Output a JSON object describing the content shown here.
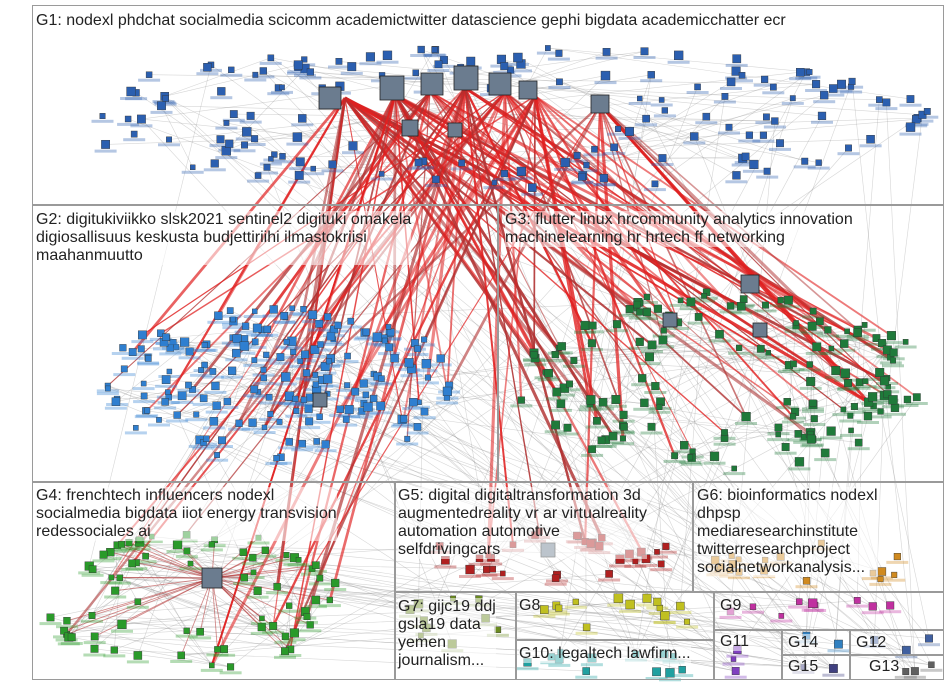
{
  "groups": [
    {
      "id": "G1",
      "label": "G1: nodexl phdchat socialmedia scicomm academictwitter datascience gephi bigdata academicchatter ecr",
      "color": "#2b5fb0"
    },
    {
      "id": "G2",
      "label": "G2: digitukiviikko slsk2021 sentinel2 digituki omakela\ndigiosallisuus keskusta budjettiriihi ilmastokriisi\nmaahanmuutto",
      "color": "#2f7fd0"
    },
    {
      "id": "G3",
      "label": "G3: flutter linux hrcommunity analytics innovation\nmachinelearning hr hrtech ff networking",
      "color": "#1f7a3a"
    },
    {
      "id": "G4",
      "label": "G4: frenchtech influencers nodexl\nsocialmedia bigdata iiot energy transvision\nredessociales ai",
      "color": "#2a9a2a"
    },
    {
      "id": "G5",
      "label": "G5: digital digitaltransformation 3d\naugmentedreality vr ar virtualreality\nautomation automotive\nselfdrivingcars",
      "color": "#b02020"
    },
    {
      "id": "G6",
      "label": "G6: bioinformatics nodexl\ndhpsp\nmediaresearchinstitute\ntwitterresearchproject\nsocialnetworkanalysis...",
      "color": "#d08a20"
    },
    {
      "id": "G7",
      "label": "G7: gijc19 ddj\ngsla19 data\nyemen\njournalism...",
      "color": "#6a8a20"
    },
    {
      "id": "G8",
      "label": "G8",
      "color": "#c0c020"
    },
    {
      "id": "G9",
      "label": "G9",
      "color": "#c030a0"
    },
    {
      "id": "G10",
      "label": "G10: legaltech lawfirm...",
      "color": "#20a0a0"
    },
    {
      "id": "G11",
      "label": "G11",
      "color": "#8040c0"
    },
    {
      "id": "G12",
      "label": "G12",
      "color": "#4060a0"
    },
    {
      "id": "G13",
      "label": "G13",
      "color": "#606060"
    },
    {
      "id": "G14",
      "label": "G14",
      "color": "#3080c0"
    },
    {
      "id": "G15",
      "label": "G15",
      "color": "#404080"
    }
  ],
  "colors": {
    "edge_gray": "#8a8a8a",
    "edge_red": "#e02020",
    "edge_dark_red": "#b03030",
    "box_border": "#9a9a9a"
  }
}
